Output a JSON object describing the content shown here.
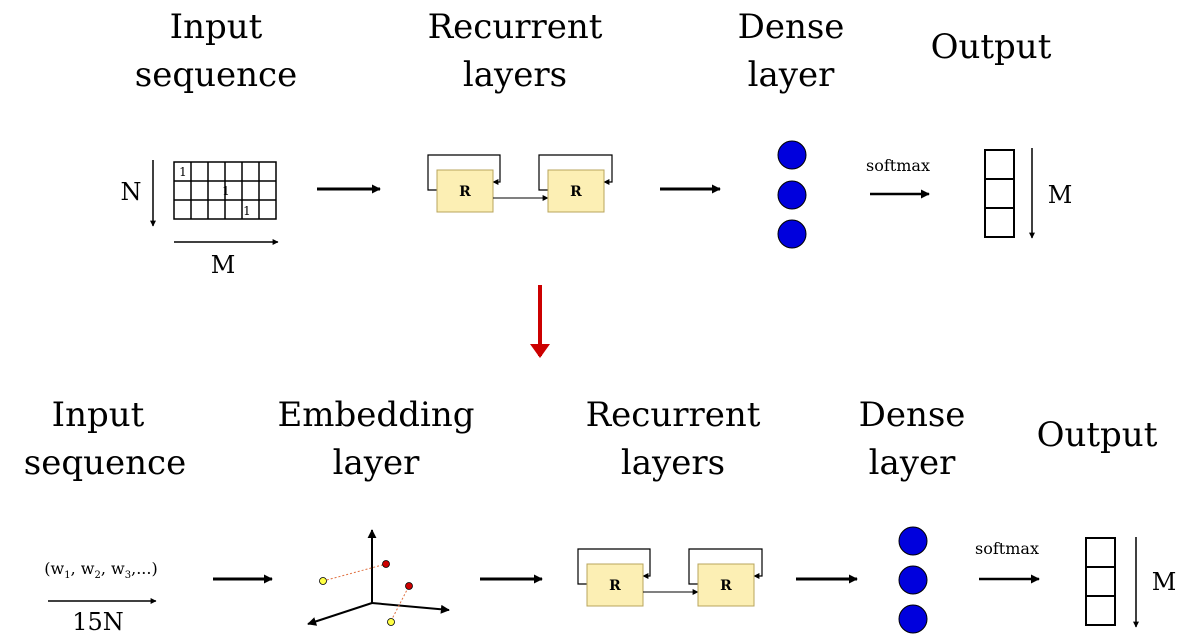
{
  "top": {
    "input_title": [
      "Input",
      "sequence"
    ],
    "recurrent_title": [
      "Recurrent",
      "layers"
    ],
    "dense_title": [
      "Dense",
      "layer"
    ],
    "output_title": "Output",
    "grid_ones": [
      "1",
      "1",
      "1"
    ],
    "n_label": "N",
    "m_label": "M",
    "r_label": "R",
    "softmax_label": "softmax",
    "output_m_label": "M"
  },
  "bottom": {
    "input_title": [
      "Input",
      "sequence"
    ],
    "embedding_title": [
      "Embedding",
      "layer"
    ],
    "recurrent_title": [
      "Recurrent",
      "layers"
    ],
    "dense_title": [
      "Dense",
      "layer"
    ],
    "output_title": "Output",
    "sequence_text": {
      "open": "(w",
      "s1": "1",
      "c1": ", w",
      "s2": "2",
      "c2": ", w",
      "s3": "3",
      "close": ",...)"
    },
    "length_label": "15N",
    "r_label": "R",
    "softmax_label": "softmax",
    "output_m_label": "M"
  },
  "colors": {
    "dense_node": "#0000dd",
    "r_box_fill": "#fcefb4",
    "r_box_stroke": "#b8a45c",
    "transition_arrow": "#cc0000",
    "embedding_red_point": "#cc0000",
    "embedding_yellow_point": "#ffff44"
  }
}
